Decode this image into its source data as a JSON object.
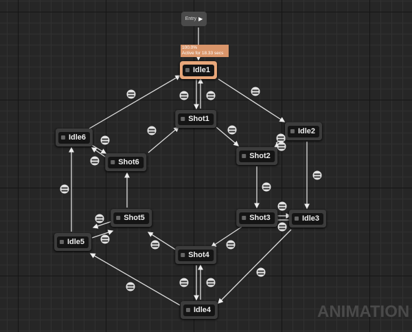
{
  "entry": {
    "label": "Entry"
  },
  "tooltip": {
    "percent": "100.0%",
    "active_for": "Active for 18.33 secs"
  },
  "watermark": "ANIMATION",
  "colors": {
    "active": "#e8a77a",
    "edge": "#e0e0e0"
  },
  "states": [
    {
      "id": "idle1",
      "label": "Idle1",
      "active": true
    },
    {
      "id": "shot1",
      "label": "Shot1"
    },
    {
      "id": "idle2",
      "label": "Idle2"
    },
    {
      "id": "shot2",
      "label": "Shot2"
    },
    {
      "id": "shot3",
      "label": "Shot3"
    },
    {
      "id": "idle3",
      "label": "Idle3"
    },
    {
      "id": "shot4",
      "label": "Shot4"
    },
    {
      "id": "idle4",
      "label": "Idle4"
    },
    {
      "id": "shot5",
      "label": "Shot5"
    },
    {
      "id": "idle5",
      "label": "Idle5"
    },
    {
      "id": "shot6",
      "label": "Shot6"
    },
    {
      "id": "idle6",
      "label": "Idle6"
    }
  ]
}
